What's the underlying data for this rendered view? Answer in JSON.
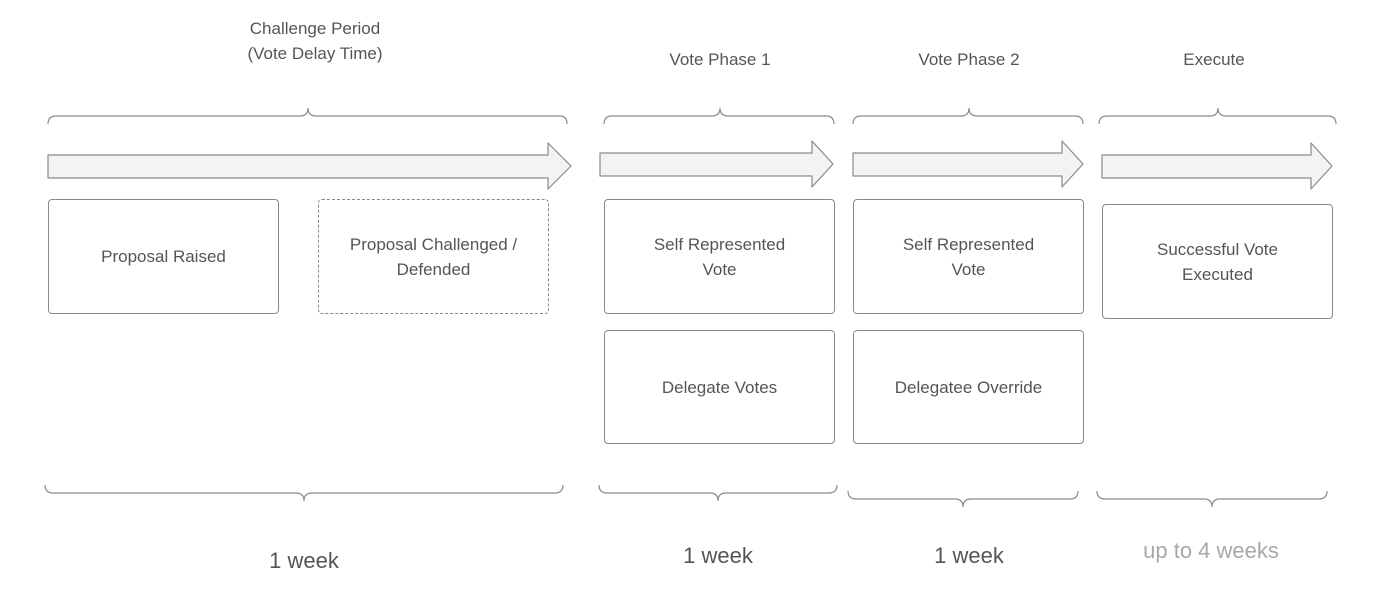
{
  "phases": [
    {
      "title_line1": "Challenge Period",
      "title_line2": "(Vote Delay Time)",
      "stages": [
        {
          "label": "Proposal Raised",
          "style": "solid"
        },
        {
          "label": "Proposal Challenged / Defended",
          "style": "dashed"
        }
      ],
      "duration": "1 week"
    },
    {
      "title_line1": "Vote Phase 1",
      "stages": [
        {
          "label": "Self Represented Vote",
          "style": "solid"
        },
        {
          "label": "Delegate Votes",
          "style": "solid"
        }
      ],
      "duration": "1 week"
    },
    {
      "title_line1": "Vote Phase 2",
      "stages": [
        {
          "label": "Self Represented Vote",
          "style": "solid"
        },
        {
          "label": "Delegatee Override",
          "style": "solid"
        }
      ],
      "duration": "1 week"
    },
    {
      "title_line1": "Execute",
      "stages": [
        {
          "label": "Successful Vote Executed",
          "style": "solid"
        }
      ],
      "duration": "up to 4 weeks",
      "duration_muted": true
    }
  ],
  "colors": {
    "stroke": "#8a8a8a",
    "arrow_fill": "#f2f3f4",
    "text": "#555555",
    "muted_text": "#a8a8a8"
  }
}
